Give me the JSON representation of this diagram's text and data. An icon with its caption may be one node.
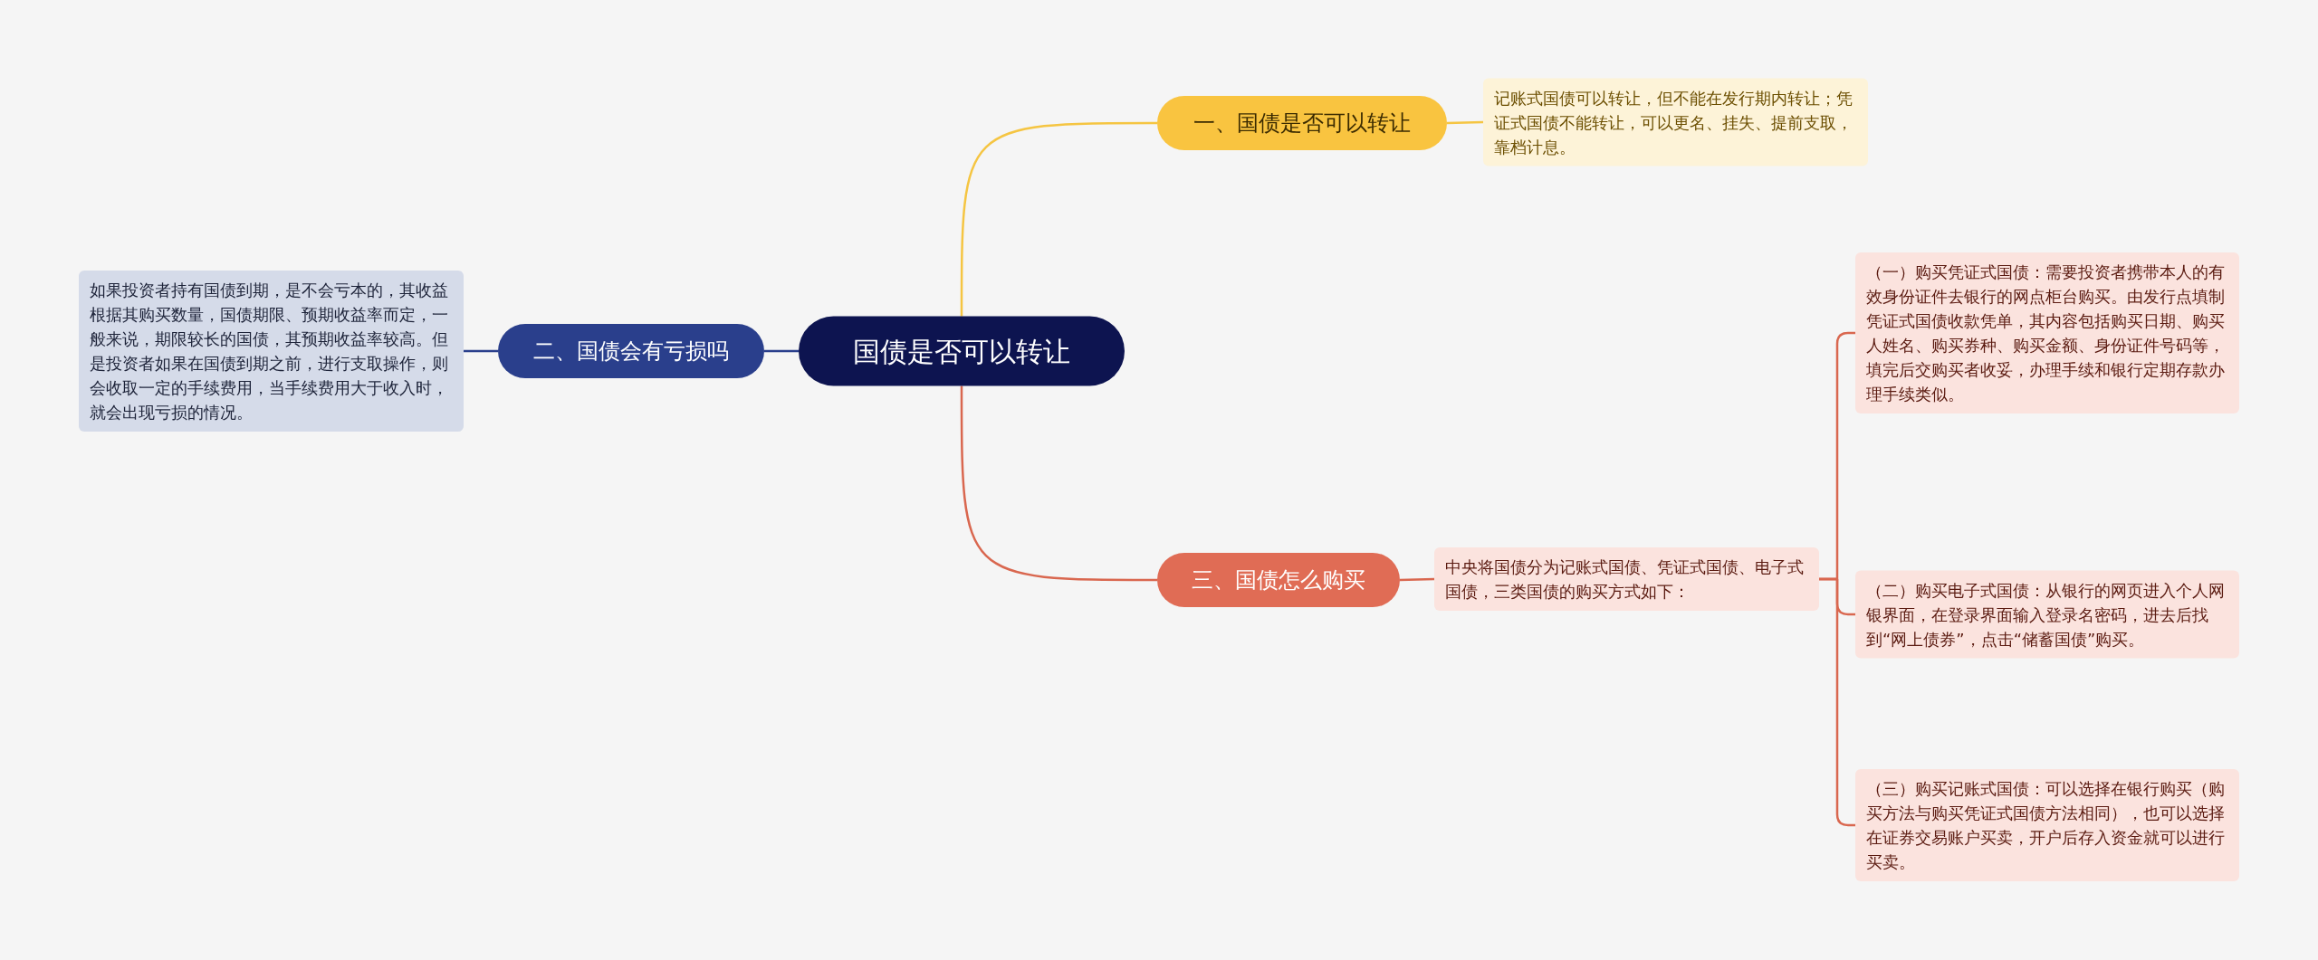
{
  "diagram": {
    "nodes": [
      {
        "text": [
          "国债是否可以转让"
        ]
      },
      {
        "text": [
          "一、国债是否可以转让"
        ]
      },
      {
        "text": [
          "记账式国债可以转让，但不能在发行期内转让；凭证式国债不能转让，可以更名、挂失、提前支取，靠档计息。"
        ]
      },
      {
        "text": [
          "二、国债会有亏损吗"
        ]
      },
      {
        "text": [
          "如果投资者持有国债到期，是不会亏本的，其收益根据其购买数量，国债期限、预期收益率而定，一般来说，期限较长的国债，其预期收益率较高。但是投资者如果在国债到期之前，进行支取操作，则会收取一定的手续费用，当手续费用大于收入时，就会出现亏损的情况。"
        ]
      },
      {
        "text": [
          "三、国债怎么购买"
        ]
      },
      {
        "text": [
          "中央将国债分为记账式国债、凭证式国债、电子式国债，三类国债的购买方式如下："
        ]
      },
      {
        "text": [
          "（一）购买凭证式国债：需要投资者携带本人的有效身份证件去银行的网点柜台购买。由发行点填制凭证式国债收款凭单，其内容包括购买日期、购买人姓名、购买券种、购买金额、身份证件号码等，填完后交购买者收妥，办理手续和银行定期存款办理手续类似。"
        ]
      },
      {
        "text": [
          "（二）购买电子式国债：从银行的网页进入个人网银界面，在登录界面输入登录名密码，进去后找到“网上债券”，点击“储蓄国债”购买。"
        ]
      },
      {
        "text": [
          "（三）购买记账式国债：可以选择在银行购买（购买方法与购买凭证式国债方法相同），也可以选择在证券交易账户买卖，开户后存入资金就可以进行买卖。"
        ]
      }
    ],
    "edges": [
      {
        "from": 0,
        "to": 1,
        "arrow": "none",
        "color": "#f5c542"
      },
      {
        "from": 1,
        "to": 2,
        "arrow": "none",
        "color": "#f5c542"
      },
      {
        "from": 0,
        "to": 3,
        "arrow": "none",
        "color": "#2a3f8c"
      },
      {
        "from": 3,
        "to": 4,
        "arrow": "none",
        "color": "#2a3f8c"
      },
      {
        "from": 0,
        "to": 5,
        "arrow": "none"
      },
      {
        "from": 5,
        "to": 6,
        "arrow": "none"
      },
      {
        "from": 6,
        "to": 7,
        "arrow": "none"
      },
      {
        "from": 6,
        "to": 8,
        "arrow": "none"
      },
      {
        "from": 6,
        "to": 9,
        "arrow": "none"
      }
    ]
  }
}
